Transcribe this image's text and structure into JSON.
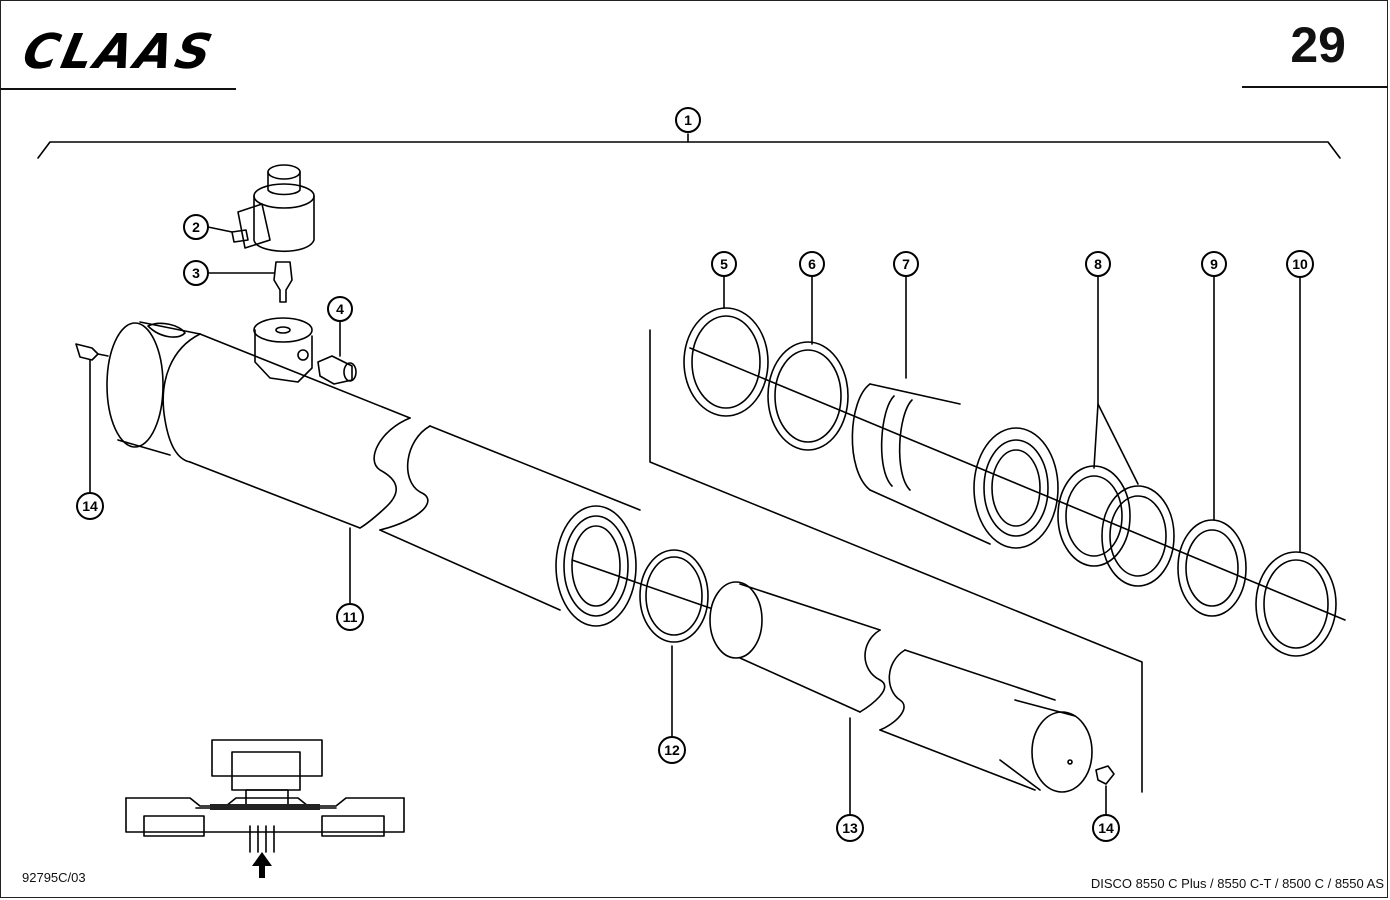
{
  "header": {
    "brand": "CLAAS",
    "page_number": "29"
  },
  "footer": {
    "drawing_code": "92795C/03",
    "models": "DISCO 8550 C Plus / 8550 C-T / 8500 C / 8550 AS"
  },
  "callouts": {
    "c1": "1",
    "c2": "2",
    "c3": "3",
    "c4": "4",
    "c5": "5",
    "c6": "6",
    "c7": "7",
    "c8": "8",
    "c9": "9",
    "c10": "10",
    "c11": "11",
    "c12": "12",
    "c13": "13",
    "c14a": "14",
    "c14b": "14"
  }
}
